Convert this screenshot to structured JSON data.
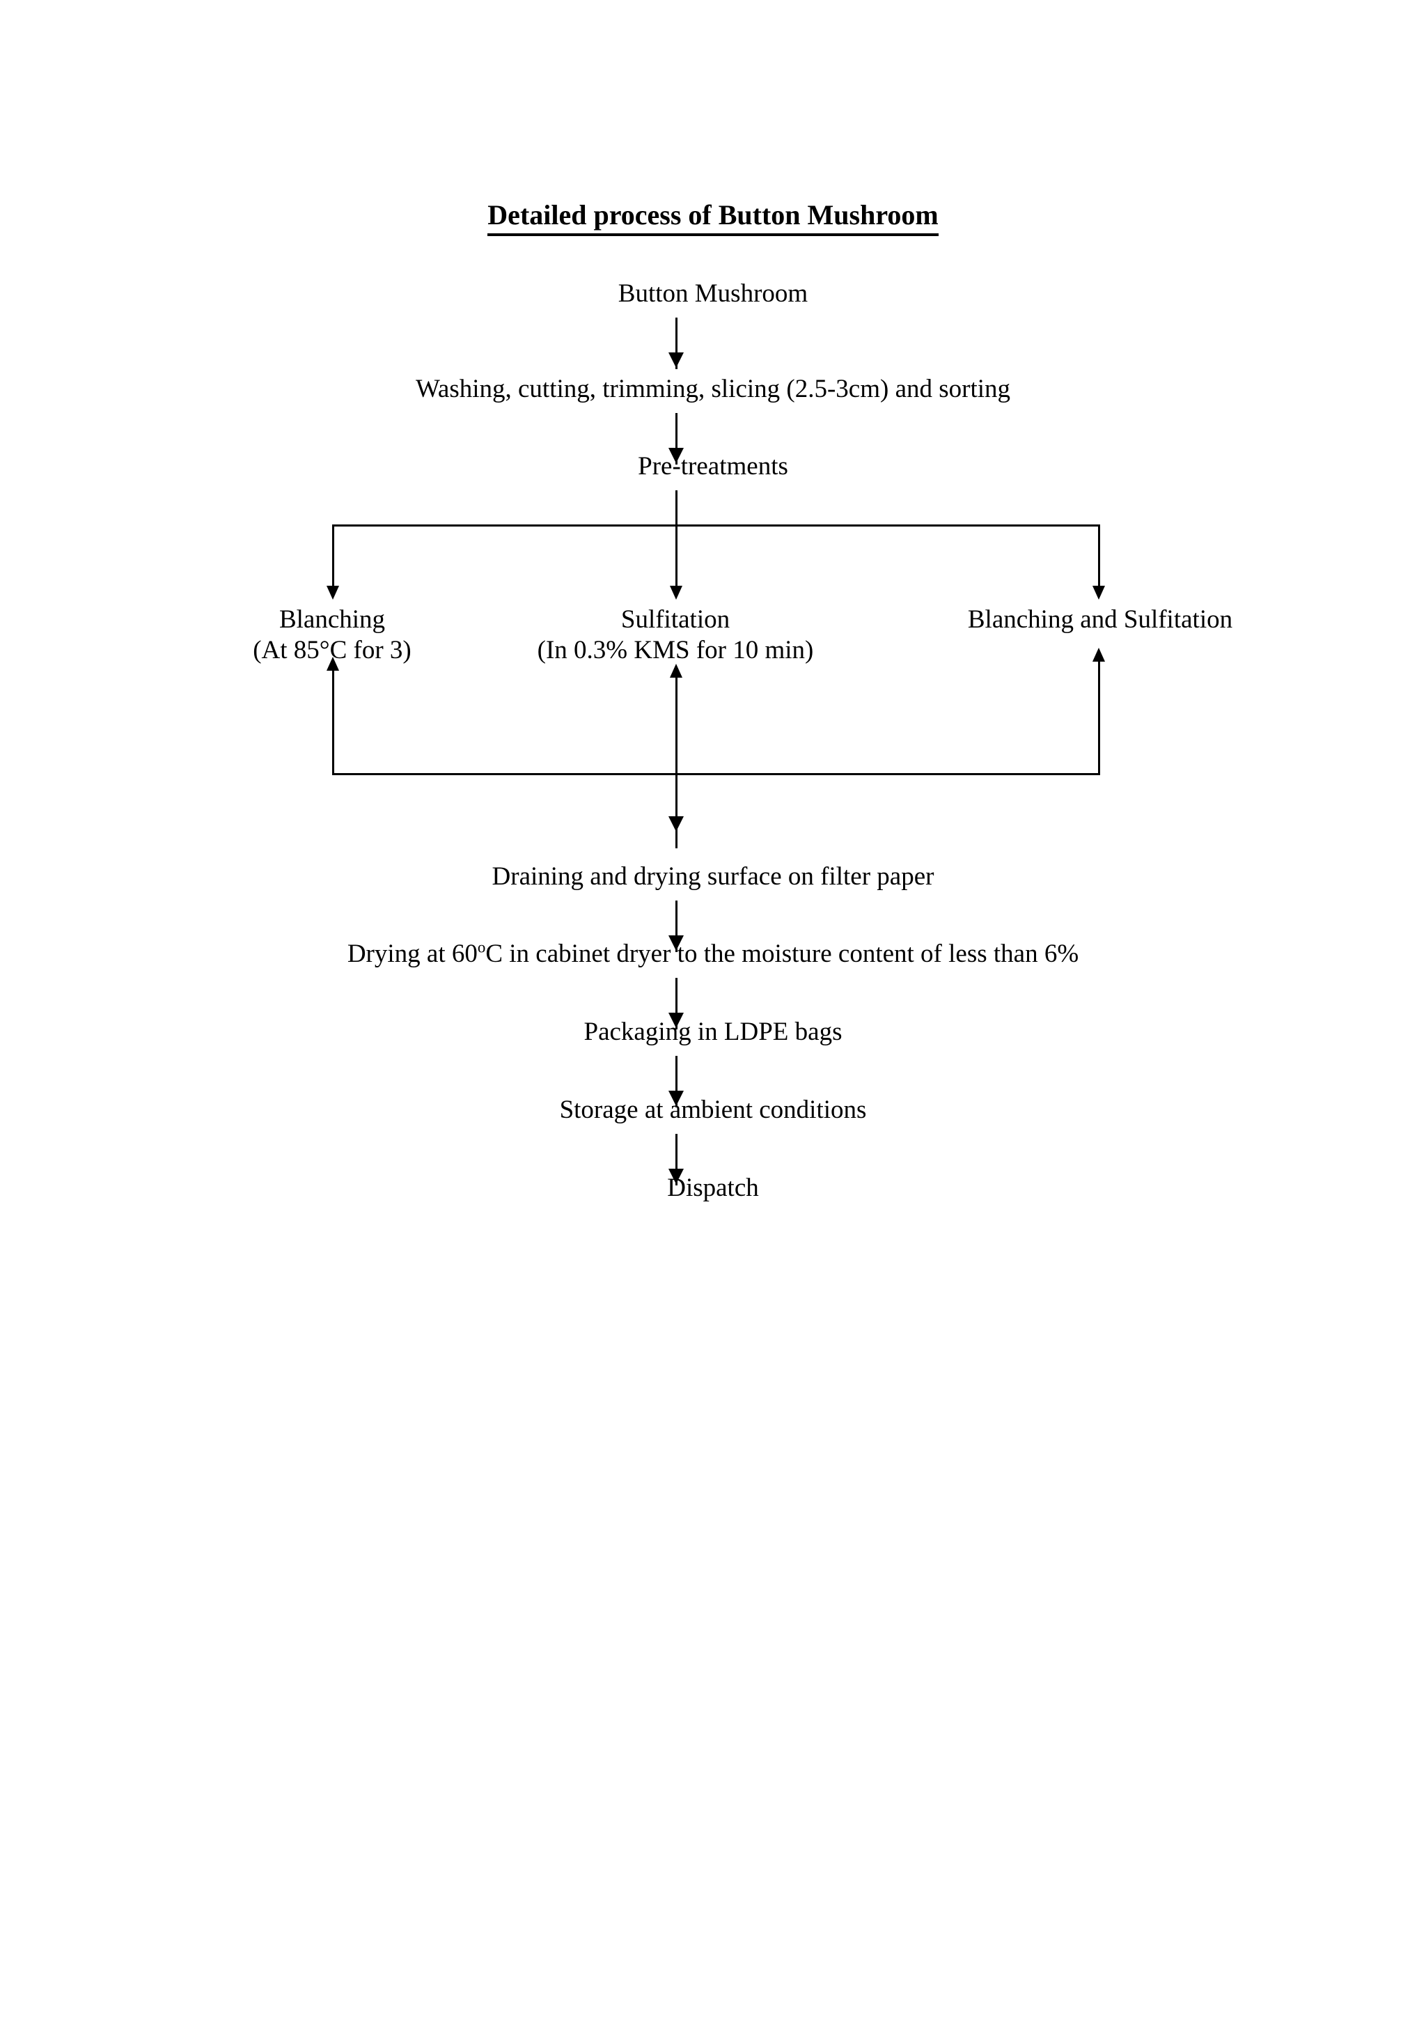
{
  "document": {
    "title": "Detailed process of Button Mushroom "
  },
  "flowchart": {
    "type": "process-flow",
    "orientation": "top-to-bottom",
    "nodes": {
      "start": "Button Mushroom",
      "prep": "Washing, cutting, trimming, slicing (2.5-3cm) and sorting",
      "pretreatments": "Pre-treatments",
      "branch_left_title": "Blanching",
      "branch_left_detail_pre": "(At 85°C for 3)",
      "branch_left_detail_open": "(At 85",
      "branch_left_detail_close": "C for 3)",
      "branch_center_title": "Sulfitation",
      "branch_center_detail": "(In 0.3% KMS for 10 min)",
      "branch_right_title": "Blanching and Sulfitation",
      "draining": "Draining and drying surface on filter paper",
      "drying_part1": "Drying at 60",
      "drying_sup": "o",
      "drying_part2": "C in cabinet dryer to the moisture content of less than 6%",
      "packaging": "Packaging in LDPE bags",
      "storage": "Storage at ambient conditions",
      "dispatch": "Dispatch"
    },
    "degree_symbol": "°",
    "colors": {
      "line": "#000000",
      "text": "#000000",
      "background": "#ffffff"
    }
  }
}
